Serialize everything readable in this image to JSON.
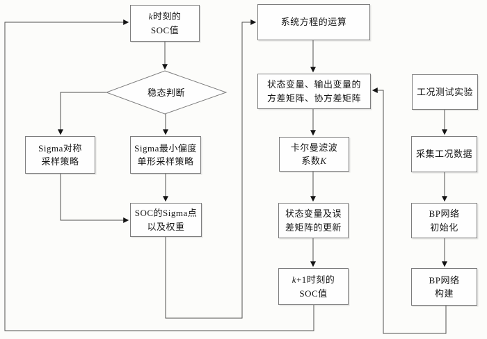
{
  "diagram": {
    "type": "flowchart",
    "nodes": {
      "soc_k": {
        "line1": "k时刻的",
        "line2": "SOC值"
      },
      "steady_state": {
        "label": "稳态判断"
      },
      "sigma_symmetric": {
        "line1": "Sigma对称",
        "line2": "采样策略"
      },
      "sigma_minimal": {
        "line1": "Sigma最小偏度",
        "line2": "单形采样策略"
      },
      "sigma_points": {
        "line1": "SOC的Sigma点",
        "line2": "以及权重"
      },
      "system_equation": {
        "label": "系统方程的运算"
      },
      "variance_matrix": {
        "line1": "状态变量、输出变量的",
        "line2": "方差矩阵、协方差矩阵"
      },
      "kalman_gain": {
        "line1": "卡尔曼滤波",
        "line2": "系数K"
      },
      "state_update": {
        "line1": "状态变量及误",
        "line2": "差矩阵的更新"
      },
      "soc_k_plus_1": {
        "line1": "k+1时刻的",
        "line2": "SOC值"
      },
      "test_experiment": {
        "label": "工况测试实验"
      },
      "collect_data": {
        "label": "采集工况数据"
      },
      "bp_init": {
        "line1": "BP网络",
        "line2": "初始化"
      },
      "bp_build": {
        "line1": "BP网络",
        "line2": "构建"
      }
    }
  }
}
